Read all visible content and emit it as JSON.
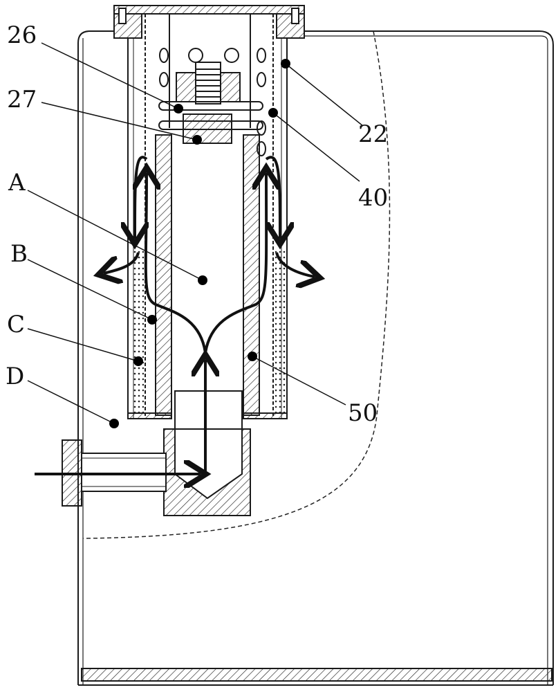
{
  "labels": {
    "l26": "26",
    "l27": "27",
    "l22": "22",
    "l40": "40",
    "lA": "A",
    "lB": "B",
    "lC": "C",
    "lD": "D",
    "l50": "50"
  },
  "colors": {
    "line": "#1a1a1a",
    "background": "#ffffff"
  }
}
